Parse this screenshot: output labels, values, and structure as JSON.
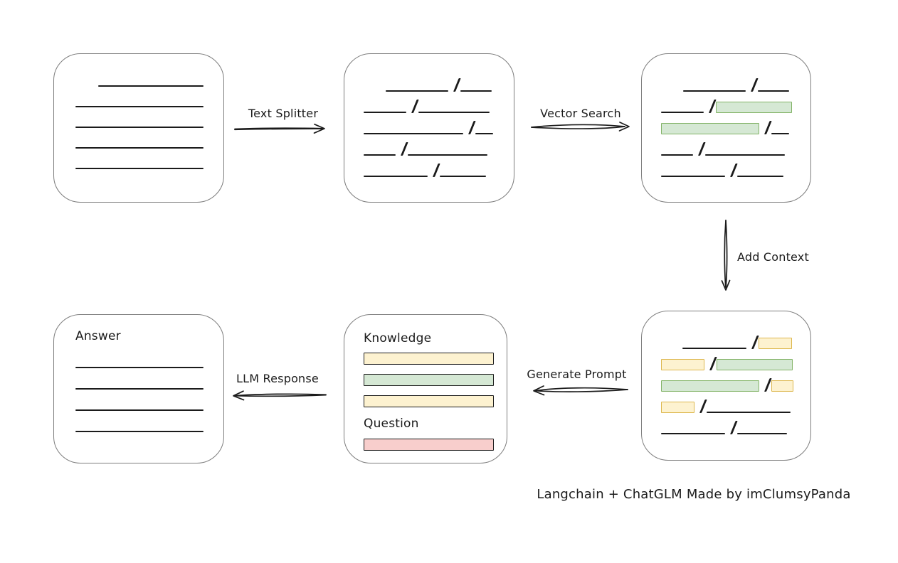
{
  "palette": {
    "ink": "#1b1b1b",
    "box_border": "#7d7d7d",
    "green_fill": "#d5e8d4",
    "green_stroke": "#82b366",
    "yellow_fill": "#fdf2d0",
    "yellow_stroke": "#ddb74d",
    "red_fill": "#f8cecc",
    "red_stroke": "#b85450"
  },
  "glyphs": {
    "slash": "/"
  },
  "labels": {
    "text_splitter": "Text Splitter",
    "vector_search": "Vector Search",
    "add_context": "Add Context",
    "generate_prompt": "Generate Prompt",
    "llm_response": "LLM Response",
    "knowledge": "Knowledge",
    "question": "Question",
    "answer": "Answer",
    "caption": "Langchain + ChatGLM Made by imClumsyPanda"
  },
  "nodes": {
    "document": {
      "description": "source document with plain text lines",
      "rows": [
        [
          {
            "t": "gap",
            "w": 32
          },
          {
            "t": "line",
            "w": 148
          }
        ],
        [
          {
            "t": "line",
            "w": 180
          }
        ],
        [
          {
            "t": "line",
            "w": 180
          }
        ],
        [
          {
            "t": "line",
            "w": 180
          }
        ],
        [
          {
            "t": "line",
            "w": 180
          }
        ]
      ]
    },
    "splits": {
      "description": "document split into chunks separated by slashes",
      "rows": [
        [
          {
            "t": "gap",
            "w": 31
          },
          {
            "t": "line",
            "w": 88
          },
          {
            "t": "slash"
          },
          {
            "t": "line",
            "w": 44
          }
        ],
        [
          {
            "t": "line",
            "w": 60
          },
          {
            "t": "slash"
          },
          {
            "t": "line",
            "w": 100
          }
        ],
        [
          {
            "t": "line",
            "w": 140
          },
          {
            "t": "slash"
          },
          {
            "t": "line",
            "w": 25
          }
        ],
        [
          {
            "t": "line",
            "w": 45
          },
          {
            "t": "slash"
          },
          {
            "t": "line",
            "w": 112
          }
        ],
        [
          {
            "t": "line",
            "w": 90
          },
          {
            "t": "slash"
          },
          {
            "t": "line",
            "w": 65
          }
        ]
      ]
    },
    "matched": {
      "description": "vector search result with matched chunks highlighted green",
      "rows": [
        [
          {
            "t": "gap",
            "w": 31
          },
          {
            "t": "line",
            "w": 88
          },
          {
            "t": "slash"
          },
          {
            "t": "line",
            "w": 44
          }
        ],
        [
          {
            "t": "line",
            "w": 60
          },
          {
            "t": "slash"
          },
          {
            "t": "chunk",
            "c": "green",
            "w": 107
          }
        ],
        [
          {
            "t": "chunk",
            "c": "green",
            "w": 138
          },
          {
            "t": "slash"
          },
          {
            "t": "line",
            "w": 25
          }
        ],
        [
          {
            "t": "line",
            "w": 45
          },
          {
            "t": "slash"
          },
          {
            "t": "line",
            "w": 112
          }
        ],
        [
          {
            "t": "line",
            "w": 90
          },
          {
            "t": "slash"
          },
          {
            "t": "line",
            "w": 65
          }
        ]
      ]
    },
    "context": {
      "description": "matched chunks (green) plus added context chunks (yellow)",
      "rows": [
        [
          {
            "t": "gap",
            "w": 30
          },
          {
            "t": "line",
            "w": 90
          },
          {
            "t": "slash"
          },
          {
            "t": "chunk",
            "c": "yellow",
            "w": 47
          }
        ],
        [
          {
            "t": "chunk",
            "c": "yellow",
            "w": 61
          },
          {
            "t": "slash"
          },
          {
            "t": "chunk",
            "c": "green",
            "w": 107
          }
        ],
        [
          {
            "t": "chunk",
            "c": "green",
            "w": 138
          },
          {
            "t": "slash"
          },
          {
            "t": "chunk",
            "c": "yellow",
            "w": 31
          }
        ],
        [
          {
            "t": "chunk",
            "c": "yellow",
            "w": 47
          },
          {
            "t": "slash"
          },
          {
            "t": "line",
            "w": 118
          }
        ],
        [
          {
            "t": "line",
            "w": 90
          },
          {
            "t": "slash"
          },
          {
            "t": "line",
            "w": 70
          }
        ]
      ]
    },
    "prompt": {
      "description": "generated prompt with knowledge bars and question bar",
      "bars": [
        {
          "c": "yellow"
        },
        {
          "c": "green"
        },
        {
          "c": "yellow"
        }
      ],
      "question_bar": {
        "c": "red"
      }
    },
    "answer": {
      "description": "answer document with plain text lines",
      "rows": [
        [
          {
            "t": "line",
            "w": 180
          }
        ],
        [
          {
            "t": "line",
            "w": 180
          }
        ],
        [
          {
            "t": "line",
            "w": 180
          }
        ],
        [
          {
            "t": "line",
            "w": 180
          }
        ]
      ]
    }
  }
}
